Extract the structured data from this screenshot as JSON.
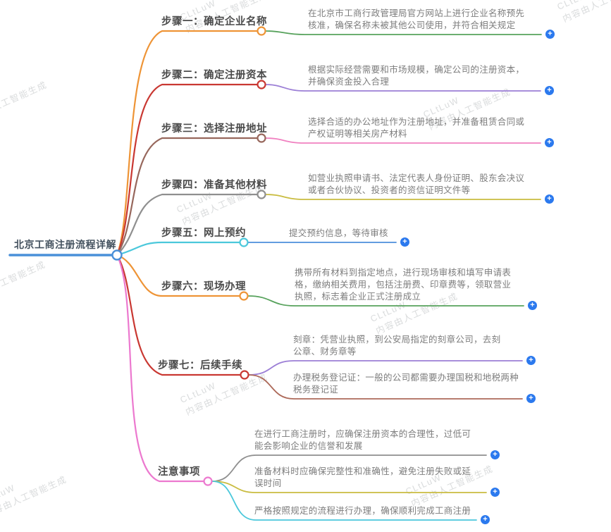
{
  "root": {
    "label": "北京工商注册流程详解"
  },
  "branches": [
    {
      "label": "步骤一：确定企业名称",
      "children": [
        {
          "text": "在北京市工商行政管理局官方网站上进行企业名称预先核准，确保名称未被其他公司使用，并符合相关规定"
        }
      ]
    },
    {
      "label": "步骤二：确定注册资本",
      "children": [
        {
          "text": "根据实际经营需要和市场规模，确定公司的注册资本，并确保资金投入合理"
        }
      ]
    },
    {
      "label": "步骤三：选择注册地址",
      "children": [
        {
          "text": "选择合适的办公地址作为注册地址，并准备租赁合同或产权证明等相关房产材料"
        }
      ]
    },
    {
      "label": "步骤四：准备其他材料",
      "children": [
        {
          "text": "如营业执照申请书、法定代表人身份证明、股东会决议或者合伙协议、投资者的资信证明文件等"
        }
      ]
    },
    {
      "label": "步骤五：网上预约",
      "children": [
        {
          "text": "提交预约信息，等待审核"
        }
      ]
    },
    {
      "label": "步骤六：现场办理",
      "children": [
        {
          "text": "携带所有材料到指定地点，进行现场审核和填写申请表格，缴纳相关费用，包括注册费、印章费等，领取营业执照，标志着企业正式注册成立"
        }
      ]
    },
    {
      "label": "步骤七：后续手续",
      "children": [
        {
          "text": "刻章：凭营业执照，到公安局指定的刻章公司，去刻公章、财务章等"
        },
        {
          "text": "办理税务登记证：一般的公司都需要办理国税和地税两种税务登记证"
        }
      ]
    },
    {
      "label": "注意事项",
      "children": [
        {
          "text": "在进行工商注册时，应确保注册资本的合理性，过低可能会影响企业的信誉和发展"
        },
        {
          "text": "准备材料时应确保完整性和准确性，避免注册失败或延误时间"
        },
        {
          "text": "严格按照规定的流程进行办理，确保顺利完成工商注册"
        }
      ]
    }
  ],
  "icons": {
    "plus": "+"
  },
  "watermark": {
    "line1": "CLtLuW",
    "line2": "内容由人工智能生成"
  },
  "colors": {
    "root_blue": "#4A90D9",
    "orange": "#EE9436",
    "red": "#C93832",
    "brown": "#97675C",
    "gray": "#8F8F8F",
    "cyan": "#4BC8DB",
    "magenta": "#EC79CF",
    "green": "#57A25C",
    "purple": "#9C7FD6",
    "pink": "#F080C0",
    "yellow": "#C9BC40",
    "blue": "#4C8FDB",
    "leaf_brown": "#AD6A5A",
    "plus_blue": "#2B79EE"
  }
}
